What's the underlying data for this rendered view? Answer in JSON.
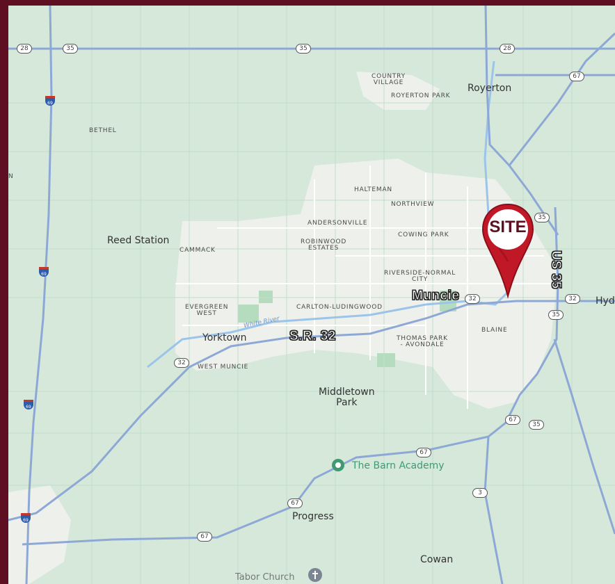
{
  "map": {
    "towns": {
      "royerton": "Royerton",
      "reed_station": "Reed Station",
      "yorktown": "Yorktown",
      "middletown_park": "Middletown\nPark",
      "progress": "Progress",
      "cowan": "Cowan",
      "hyd": "Hyd"
    },
    "neighborhoods": {
      "country_village": "COUNTRY\nVILLAGE",
      "royerton_park": "ROYERTON PARK",
      "bethel": "BETHEL",
      "halteman": "HALTEMAN",
      "northview": "NORTHVIEW",
      "andersonville": "ANDERSONVILLE",
      "cowing_park": "COWING PARK",
      "robinwood_estates": "ROBINWOOD\nESTATES",
      "cammack": "CAMMACK",
      "riverside_normal_city": "RIVERSIDE-NORMAL\nCITY",
      "evergreen_west": "EVERGREEN\nWEST",
      "carlton_ludingwood": "CARLTON-LUDINGWOOD",
      "blaine": "BLAINE",
      "thomas_park_avondale": "THOMAS PARK\n- AVONDALE",
      "west_muncie": "WEST MUNCIE",
      "n_edge": "N"
    },
    "overlays": {
      "muncie": "Muncie",
      "sr32": "S.R. 32",
      "us35": "US 35",
      "site": "SITE"
    },
    "river": "White River",
    "poi": {
      "barn_academy": "The Barn Academy",
      "tabor_church": "Tabor Church"
    },
    "shields": {
      "s28a": "28",
      "s35a": "35",
      "s35b": "35",
      "s28b": "28",
      "s67a": "67",
      "s35c": "35",
      "s32a": "32",
      "s32b": "32",
      "s35d": "35",
      "s32c": "32",
      "s67b": "67",
      "s35e": "35",
      "s67c": "67",
      "s3": "3",
      "s67d": "67",
      "s67e": "67"
    },
    "interstate": {
      "i69": "69"
    },
    "colors": {
      "frame": "#5e1022",
      "map_background": "#d5e8da",
      "urban": "#eef0ec",
      "highway": "#8ea8d6",
      "local_road": "#ffffff",
      "river": "#9cc4ea",
      "park": "#b6dcc0",
      "pin": "#c01826",
      "poi_green": "#3f9a72"
    },
    "icons": {
      "site_pin": "map-pin-icon",
      "barn_academy": "poi-green-pin-icon",
      "tabor_church": "church-cross-icon"
    }
  }
}
